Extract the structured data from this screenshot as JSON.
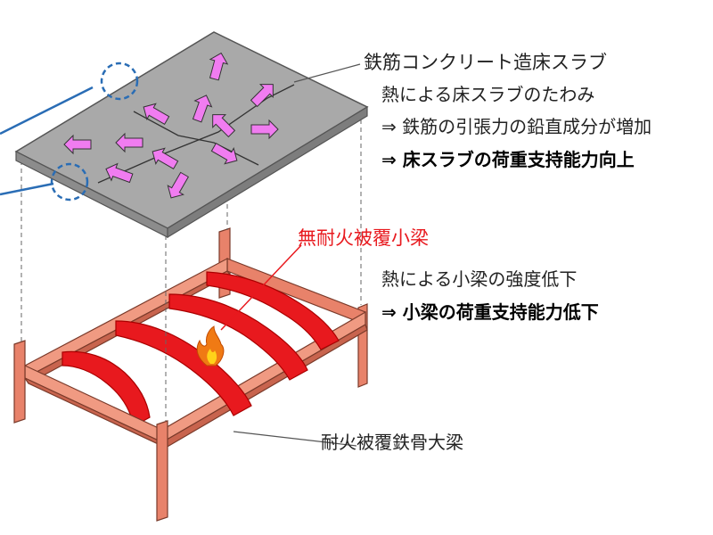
{
  "labels": {
    "slab_title": "鉄筋コンクリート造床スラブ",
    "slab_line1": "熱による床スラブのたわみ",
    "slab_line2": "⇒ 鉄筋の引張力の鉛直成分が増加",
    "slab_line3": "⇒ 床スラブの荷重支持能力向上",
    "beam_title": "無耐火被覆小梁",
    "beam_line1": "熱による小梁の強度低下",
    "beam_line2": "⇒ 小梁の荷重支持能力低下",
    "girder_label": "耐火被覆鉄骨大梁"
  },
  "colors": {
    "slab": "#a9a9a9",
    "arrow": "#f07cf0",
    "beam_red": "#e8191e",
    "frame": "#e8826a",
    "label_red": "#e8191e",
    "circle": "#2a6db5"
  },
  "icons": {
    "fire": "fire-icon"
  }
}
